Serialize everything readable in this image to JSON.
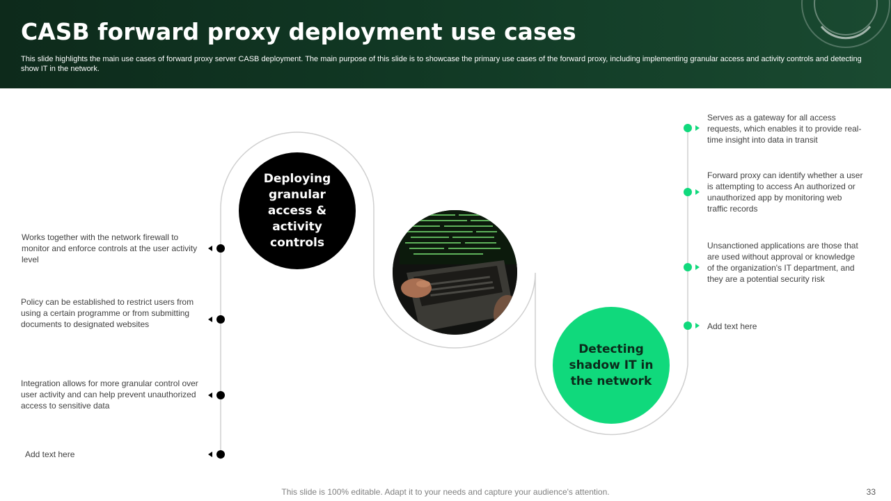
{
  "header": {
    "title": "CASB forward proxy deployment use cases",
    "subtitle": "This slide highlights the main use cases of forward proxy server CASB deployment. The main purpose of this slide is to showcase the primary use cases of the forward proxy,  including implementing granular access and activity controls and detecting show IT in the network."
  },
  "circles": {
    "granular": "Deploying granular access & activity controls",
    "shadow": "Detecting shadow IT in the network",
    "photo_icon": "laptop-hacker-image"
  },
  "left_items": [
    "Works together with the network firewall to monitor and enforce controls at the user activity level",
    "Policy can be established to restrict users from using a certain programme  or from submitting documents to designated websites",
    "Integration allows for more granular control over user activity and can help prevent unauthorized  access to sensitive data",
    "Add text here"
  ],
  "right_items": [
    "Serves  as  a gateway for all access requests, which enables it to provide real-time insight into data in transit",
    "Forward  proxy can identify whether  a user is attempting to access An authorized or unauthorized app by monitoring  web traffic records",
    "Unsanctioned applications are those that are used without approval  or knowledge  of the organization's IT department, and they are a potential security risk",
    "Add text here"
  ],
  "footer": {
    "note": "This slide is 100% editable. Adapt it to your needs and capture your audience's attention.",
    "page_number": "33"
  },
  "colors": {
    "header_bg": "#123b26",
    "accent_green": "#10d97c",
    "black": "#000000",
    "connector_grey": "#cfcfcf"
  }
}
